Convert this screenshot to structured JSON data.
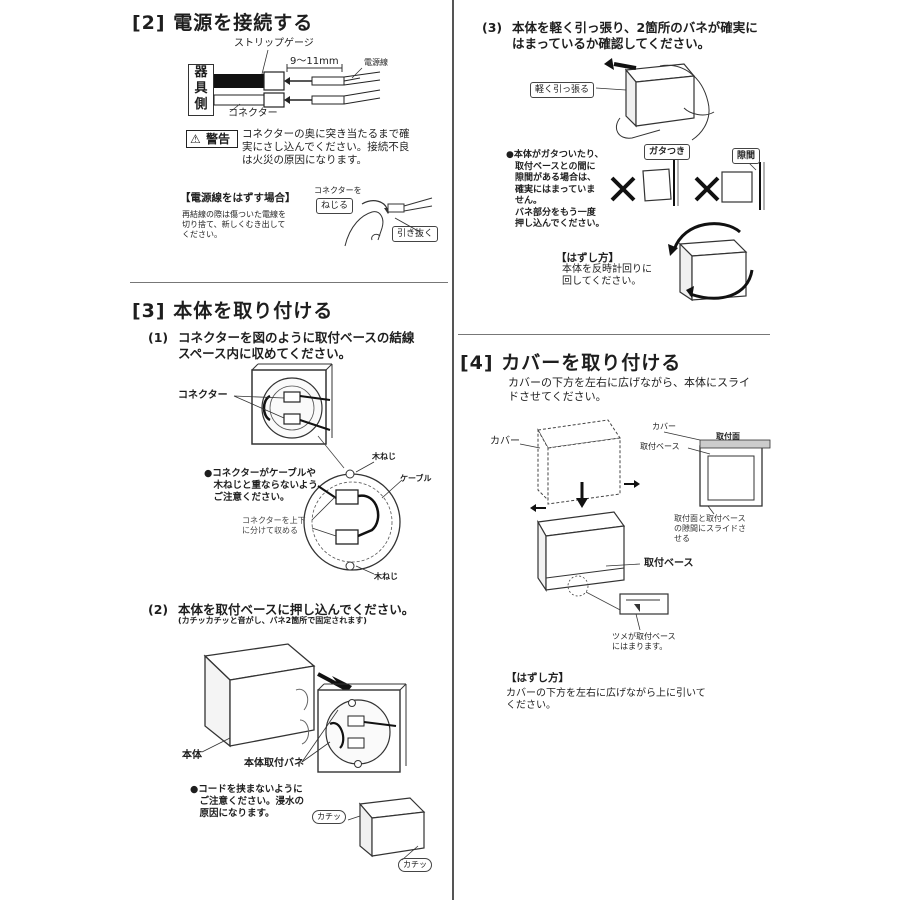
{
  "section2": {
    "title": "[2] 電源を接続する",
    "strip_gauge": "ストリップゲージ",
    "length": "9〜11mm",
    "power_wire": "電源線",
    "fixture_side": [
      "器",
      "具",
      "側"
    ],
    "connector": "コネクター",
    "warning_label": "警告",
    "warning_text": "コネクターの奥に突き当たるまで確\n実にさし込んでください。接続不良\nは火災の原因になります。",
    "remove_title": "【電源線をはずす場合】",
    "remove_text": "再結線の際は傷ついた電線を\n切り捨て、新しくむき出して\nください。",
    "connector_wo": "コネクターを",
    "twist": "ねじる",
    "pull": "引き抜く"
  },
  "section3": {
    "title": "[3] 本体を取り付ける",
    "step1_num": "(1)",
    "step1_text": "コネクターを図のように取付ベースの結線\nスペース内に収めてください。",
    "connector": "コネクター",
    "wood_screw_top": "木ねじ",
    "cable": "ケーブル",
    "wood_screw_bottom": "木ねじ",
    "caution_text": "●コネクターがケーブルや\n　木ねじと重ならないよう\n　ご注意ください。",
    "split_text": "コネクターを上下\nに分けて収める",
    "step2_num": "(2)",
    "step2_text": "本体を取付ベースに押し込んでください。",
    "step2_sub": "(カチッカチッと音がし、バネ2箇所で固定されます)",
    "body": "本体",
    "spring": "本体取付バネ",
    "cord_note": "●コードを挟まないように\n　ご注意ください。浸水の\n　原因になります。",
    "click1": "カチッ",
    "click2": "カチッ"
  },
  "section3b": {
    "step3_num": "(3)",
    "step3_text": "本体を軽く引っ張り、2箇所のバネが確実に\nはまっているか確認してください。",
    "pull_lightly": "軽く引っ張る",
    "loose_note": "●本体がガタついたり、\n　取付ベースとの間に\n　隙間がある場合は、\n　確実にはまっていま\n　せん。\n　バネ部分をもう一度\n　押し込んでください。",
    "rattle": "ガタつき",
    "gap": "隙間",
    "remove_title": "【はずし方】",
    "remove_text": "本体を反時計回りに\n回してください。"
  },
  "section4": {
    "title": "[4] カバーを取り付ける",
    "intro": "カバーの下方を左右に広げながら、本体にスライ\nドさせてください。",
    "cover": "カバー",
    "cover2": "カバー",
    "mount_surface": "取付面",
    "mount_base": "取付ベース",
    "slide_note": "取付面と取付ベース\nの隙間にスライドさ\nせる",
    "mount_base2": "取付ベース",
    "claw_note": "ツメが取付ベース\nにはまります。",
    "remove_title": "【はずし方】",
    "remove_text": "カバーの下方を左右に広げながら上に引いて\nください。"
  }
}
